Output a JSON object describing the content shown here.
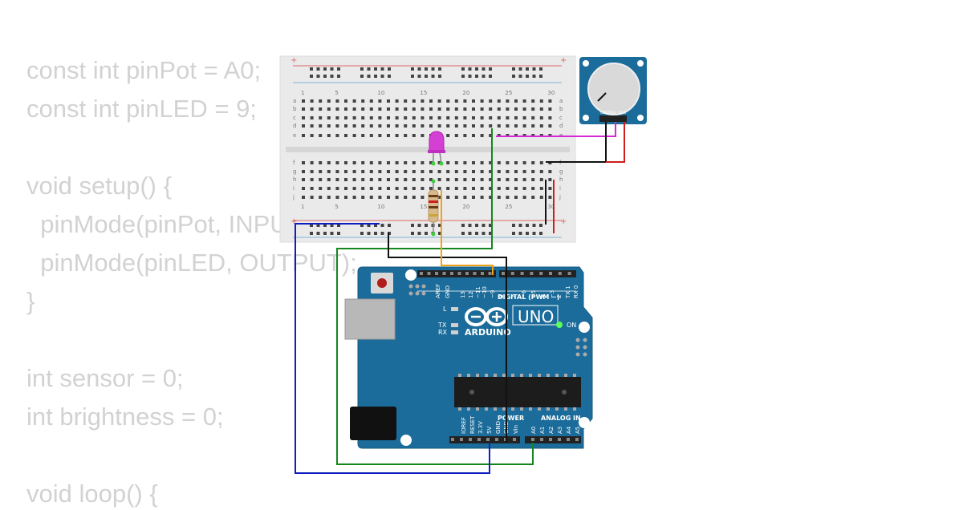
{
  "code": {
    "lines": [
      "const int pinPot = A0;",
      "const int pinLED = 9;",
      "",
      "void setup() {",
      "  pinMode(pinPot, INPUT);",
      "  pinMode(pinLED, OUTPUT);",
      "}",
      "",
      "int sensor = 0;",
      "int brightness = 0;",
      "",
      "void loop() {"
    ]
  },
  "breadboard": {
    "plus_label": "+",
    "minus_label": "-",
    "column_numbers": [
      "1",
      "5",
      "10",
      "15",
      "20",
      "25",
      "30"
    ],
    "row_letters_top": [
      "a",
      "b",
      "c",
      "d",
      "e"
    ],
    "row_letters_bottom": [
      "f",
      "g",
      "h",
      "i",
      "j"
    ]
  },
  "arduino": {
    "brand": "ARDUINO",
    "model": "UNO",
    "digital_label": "DIGITAL (PWM ~)",
    "power_label": "POWER",
    "analog_label": "ANALOG IN",
    "on_label": "ON",
    "led_labels": [
      "L",
      "TX",
      "RX"
    ],
    "top_pins": [
      "AREF",
      "GND",
      "13",
      "12",
      "~11",
      "~10",
      "~9",
      "8",
      "7",
      "~6",
      "~5",
      "4",
      "~3",
      "2",
      "TX 1",
      "RX 0"
    ],
    "power_pins": [
      "IOREF",
      "RESET",
      "3.3V",
      "5V",
      "GND",
      "GND",
      "Vin"
    ],
    "analog_pins": [
      "A0",
      "A1",
      "A2",
      "A3",
      "A4",
      "A5"
    ]
  },
  "potentiometer": {
    "pin_labels": [
      "GND",
      "SIG",
      "VCC"
    ]
  },
  "colors": {
    "code_text": "#d2d2d2",
    "board_blue": "#1b6c9a",
    "wire_blue": "#0f1fbf",
    "wire_green": "#14861e",
    "wire_black": "#111111",
    "wire_red": "#d01d1d",
    "wire_magenta": "#d42ad4",
    "wire_orange": "#f0a21a",
    "led_magenta": "#d43fd4"
  }
}
